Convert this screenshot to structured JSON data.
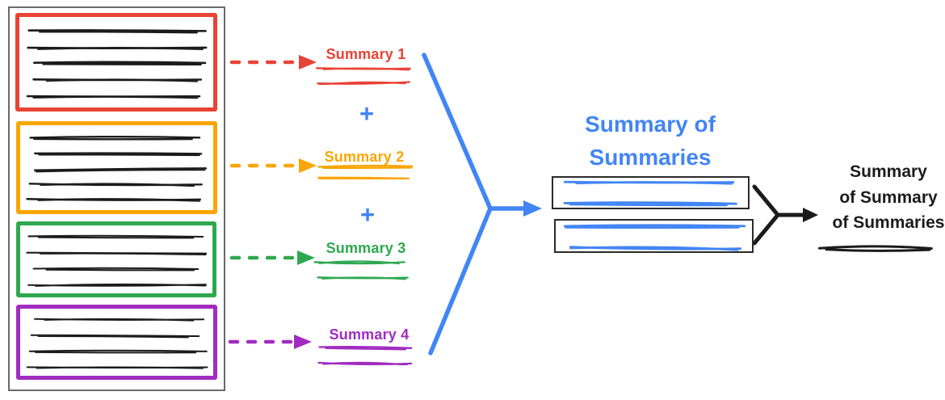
{
  "colors": {
    "red": "#E84335",
    "orange": "#F9A602",
    "green": "#2EA84F",
    "purple": "#A02CC0",
    "blue": "#4285F4",
    "ink": "#1b1b1b",
    "frame_gray": "#6a6a6a",
    "box_black": "#2b2b2b"
  },
  "source_documents": {
    "items": [
      {
        "name": "document-1",
        "color_key": "red",
        "text_lines": 5
      },
      {
        "name": "document-2",
        "color_key": "orange",
        "text_lines": 5
      },
      {
        "name": "document-3",
        "color_key": "green",
        "text_lines": 4
      },
      {
        "name": "document-4",
        "color_key": "purple",
        "text_lines": 4
      }
    ]
  },
  "stage1": {
    "plus_sign": "+",
    "summaries": [
      {
        "label": "Summary 1",
        "color_key": "red",
        "scribble_lines": 2
      },
      {
        "label": "Summary 2",
        "color_key": "orange",
        "scribble_lines": 2
      },
      {
        "label": "Summary 3",
        "color_key": "green",
        "scribble_lines": 2
      },
      {
        "label": "Summary 4",
        "color_key": "purple",
        "scribble_lines": 2
      }
    ]
  },
  "stage2": {
    "title_lines": [
      "Summary of",
      "Summaries"
    ],
    "boxes": [
      {
        "name": "summary-of-summaries-box-1",
        "scribble_lines": 2
      },
      {
        "name": "summary-of-summaries-box-2",
        "scribble_lines": 2
      }
    ]
  },
  "stage3": {
    "title_lines": [
      "Summary",
      "of Summary",
      "of Summaries"
    ],
    "underline_lines": 1
  }
}
